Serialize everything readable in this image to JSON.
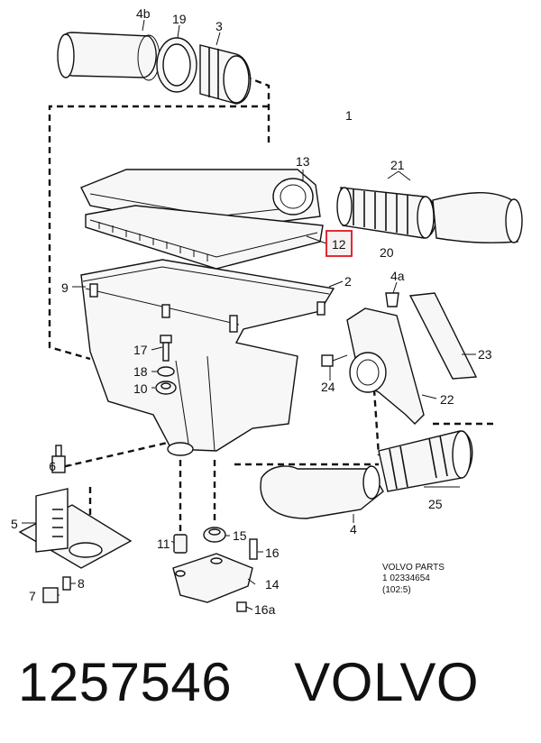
{
  "part_labels": {
    "p4b": "4b",
    "p19": "19",
    "p3": "3",
    "p1": "1",
    "p13": "13",
    "p21": "21",
    "p12": "12",
    "p20": "20",
    "p9": "9",
    "p2": "2",
    "p4a": "4a",
    "p17": "17",
    "p23": "23",
    "p18": "18",
    "p10": "10",
    "p24": "24",
    "p22": "22",
    "p6": "6",
    "p25": "25",
    "p5": "5",
    "p4": "4",
    "p11": "11",
    "p15": "15",
    "p16": "16",
    "p8": "8",
    "p14": "14",
    "p7": "7",
    "p16a": "16a"
  },
  "stamp": {
    "line1": "VOLVO PARTS",
    "line2": "1   02334654",
    "line3": "(102:5)"
  },
  "highlight_color": "#e0141e",
  "caption": {
    "part_number": "1257546",
    "brand": "VOLVO"
  }
}
